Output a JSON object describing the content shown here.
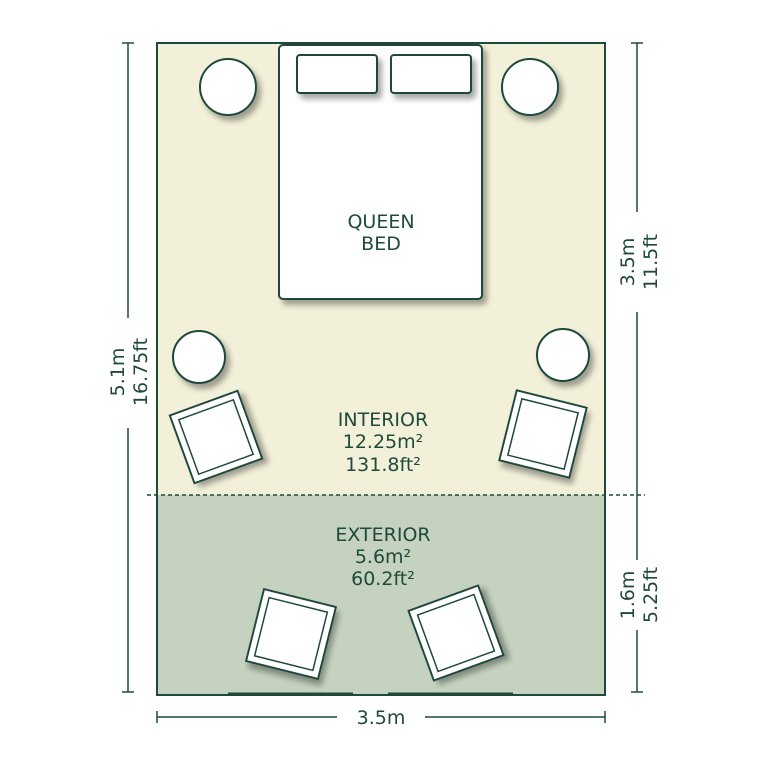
{
  "colors": {
    "interior_fill": "#f3f0d9",
    "exterior_fill": "#c4d2bf",
    "outline": "#1f4a3a",
    "furniture_fill": "#ffffff",
    "text": "#1f4a3a"
  },
  "bed": {
    "line1": "QUEEN",
    "line2": "BED"
  },
  "interior": {
    "label": "INTERIOR",
    "area_m": "12.25m²",
    "area_ft": "131.8ft²"
  },
  "exterior": {
    "label": "EXTERIOR",
    "area_m": "5.6m²",
    "area_ft": "60.2ft²"
  },
  "dimensions": {
    "total_length_m": "5.1m",
    "total_length_ft": "16.75ft",
    "interior_length_m": "3.5m",
    "interior_length_ft": "11.5ft",
    "exterior_length_m": "1.6m",
    "exterior_length_ft": "5.25ft",
    "width_m": "3.5m"
  }
}
